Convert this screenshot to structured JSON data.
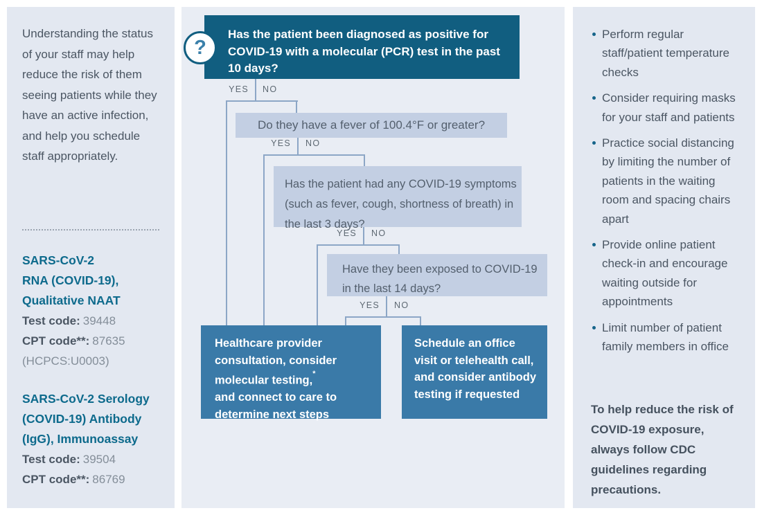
{
  "left_panel": {
    "intro": "Understanding the status of your staff may help reduce the risk of them seeing patients while they have an active infection, and help you schedule staff appropriately.",
    "tests": [
      {
        "name": "SARS-CoV-2\nRNA (COVID-19),\nQualitative NAAT",
        "rows": [
          {
            "label": "Test code:",
            "value": "39448"
          },
          {
            "label": "CPT code**:",
            "value": "87635"
          }
        ],
        "note": "(HCPCS:U0003)"
      },
      {
        "name": "SARS-CoV-2 Serology\n(COVID-19) Antibody\n(IgG), Immunoassay",
        "rows": [
          {
            "label": "Test code:",
            "value": "39504"
          },
          {
            "label": "CPT code**:",
            "value": "86769"
          }
        ],
        "note": ""
      }
    ]
  },
  "flowchart": {
    "question_mark": "?",
    "yes": "YES",
    "no": "NO",
    "q1": "Has the patient been diagnosed as positive for COVID-19 with a molecular (PCR) test in the past 10 days?",
    "q2": "Do they have a fever of 100.4°F or greater?",
    "q3": "Has the patient had any COVID-19 symptoms (such as fever, cough, shortness of breath) in the last 3 days?",
    "q4": "Have they been exposed to COVID-19 in the last 14 days?",
    "outcome_yes": {
      "text": "Healthcare provider consultation, consider molecular testing,",
      "asterisk": "*",
      "text_after": "\nand connect to care to determine next steps"
    },
    "outcome_no": "Schedule an office visit or telehealth call, and consider antibody testing if requested"
  },
  "right_panel": {
    "precautions": [
      "Perform regular staff/patient temperature checks",
      "Consider requiring masks for your staff and patients",
      "Practice social distancing by limiting the number of patients in the waiting room and spacing chairs apart",
      "Provide online patient check-in and encourage waiting outside for appointments",
      "Limit number of patient family members in office"
    ],
    "note": "To help reduce the risk of COVID-19 exposure, always follow CDC guidelines regarding precautions."
  },
  "colors": {
    "dark_teal": "#115e80",
    "medium_blue": "#3a7aa8",
    "light_question_box": "#c3cfe3",
    "panel_background": "#e3e8f1",
    "connector_line": "#8ca6c6",
    "heading_teal": "#0d6a8c"
  }
}
